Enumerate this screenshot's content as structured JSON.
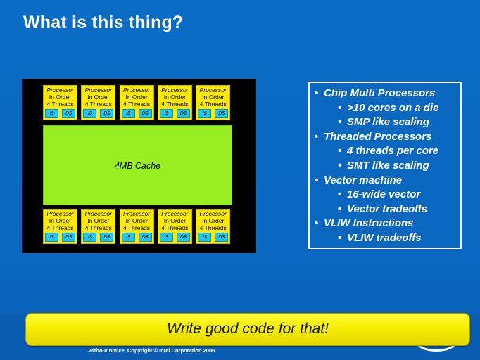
{
  "slide": {
    "title": "What is this thing?"
  },
  "diagram": {
    "core_labels": {
      "line1": "Processor",
      "line2": "In Order",
      "line3": "4 Threads",
      "icache": "I$",
      "dcache": "D$"
    },
    "cache_label": "4MB Cache",
    "cores_per_row": 5
  },
  "bullets": [
    {
      "level": 1,
      "text": "Chip Multi Processors"
    },
    {
      "level": 2,
      "text": ">10 cores on a die"
    },
    {
      "level": 2,
      "text": "SMP like scaling"
    },
    {
      "level": 1,
      "text": "Threaded Processors"
    },
    {
      "level": 2,
      "text": "4 threads per core"
    },
    {
      "level": 2,
      "text": "SMT like scaling"
    },
    {
      "level": 1,
      "text": "Vector machine"
    },
    {
      "level": 2,
      "text": "16-wide vector"
    },
    {
      "level": 2,
      "text": "Vector tradeoffs"
    },
    {
      "level": 1,
      "text": "VLIW Instructions"
    },
    {
      "level": 2,
      "text": "VLIW tradeoffs"
    }
  ],
  "banner": {
    "text": "Write good code for that!"
  },
  "footer": {
    "copyright": "without notice.   Copyright © Intel Corporation 2006"
  },
  "colors": {
    "background": "#0a6ac2",
    "core": "#ffea00",
    "l1_cache": "#1fc6f0",
    "l2_cache": "#99ee22",
    "banner": "#f7f000"
  }
}
